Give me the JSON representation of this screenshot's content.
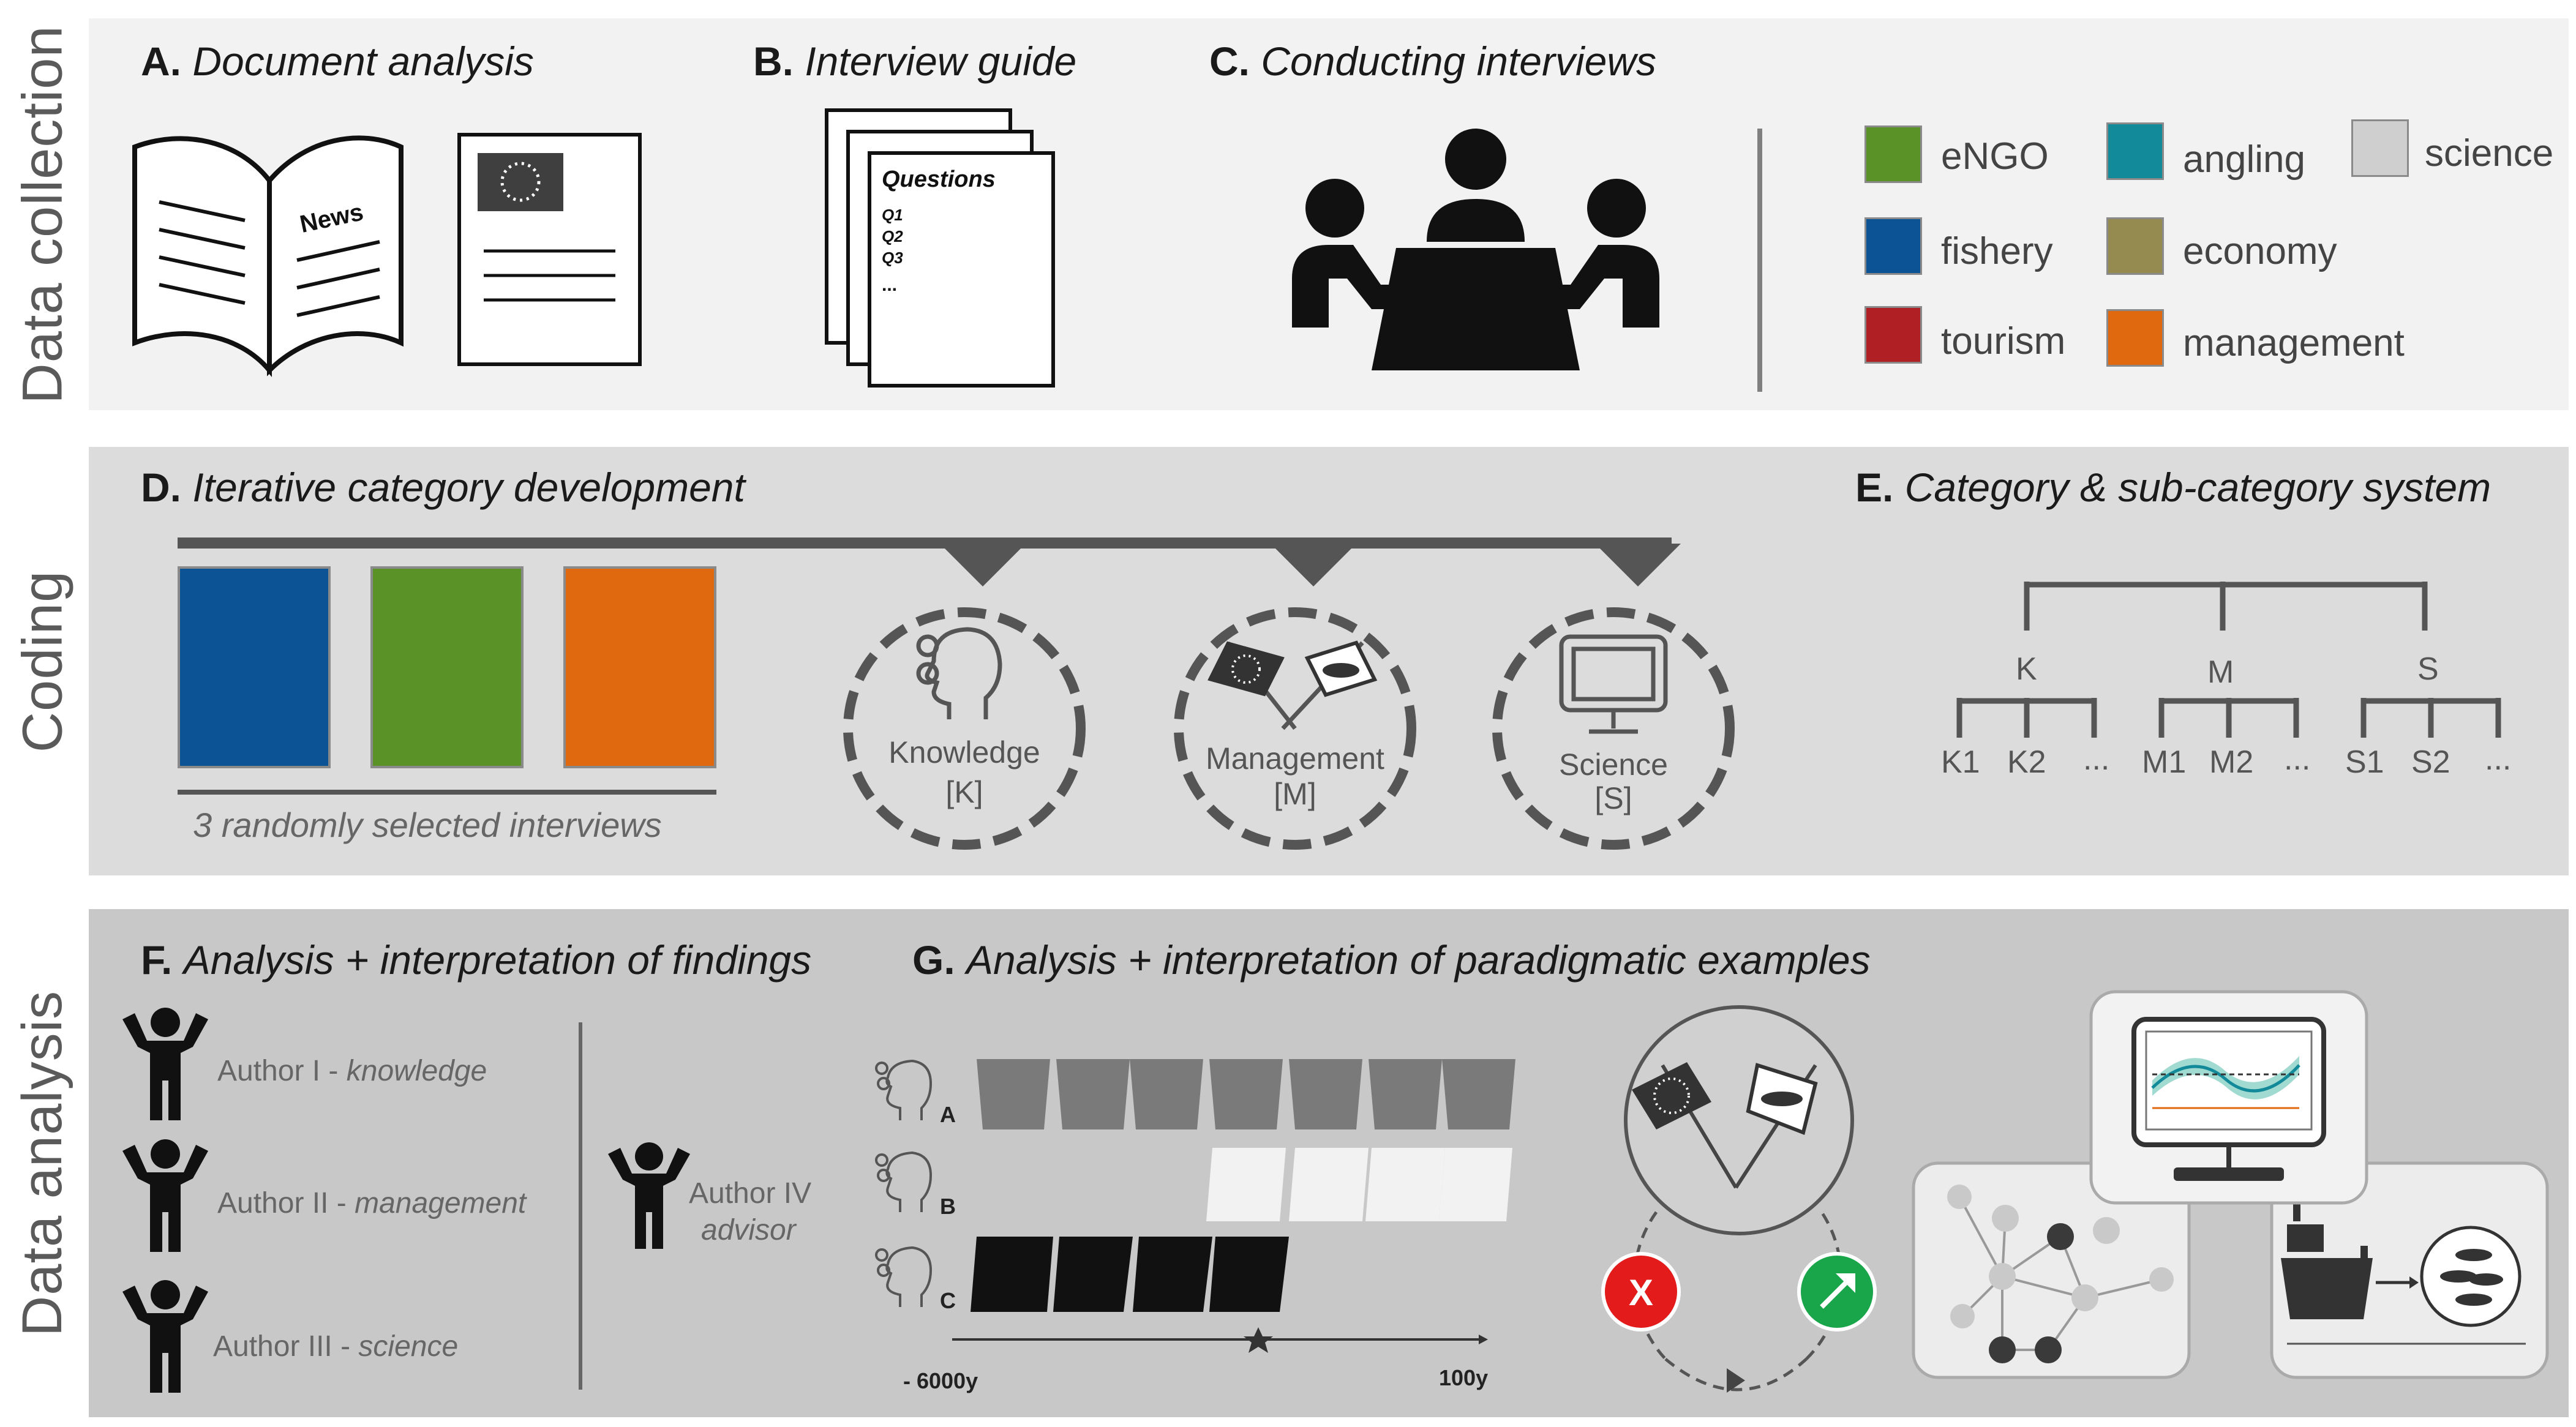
{
  "rows": {
    "data_collection": "Data collection",
    "coding": "Coding",
    "data_analysis": "Data analysis"
  },
  "panels": {
    "A": {
      "letter": "A.",
      "title": "Document analysis"
    },
    "B": {
      "letter": "B.",
      "title": "Interview guide"
    },
    "C": {
      "letter": "C.",
      "title": "Conducting interviews"
    },
    "D": {
      "letter": "D.",
      "title": "Iterative category development"
    },
    "E": {
      "letter": "E.",
      "title": "Category & sub-category system"
    },
    "F": {
      "letter": "F.",
      "title": "Analysis + interpretation of findings"
    },
    "G": {
      "letter": "G.",
      "title": "Analysis + interpretation of paradigmatic examples"
    }
  },
  "document_analysis": {
    "news_label": "News"
  },
  "interview_guide": {
    "title": "Questions",
    "q1": "Q1",
    "q2": "Q2",
    "q3": "Q3",
    "ellipsis": "..."
  },
  "legend": [
    {
      "label": "eNGO",
      "color": "#5b9227"
    },
    {
      "label": "angling",
      "color": "#138a9a"
    },
    {
      "label": "science",
      "color": "#cfcfcf"
    },
    {
      "label": "fishery",
      "color": "#0b5394"
    },
    {
      "label": "economy",
      "color": "#958a50"
    },
    {
      "label": "tourism",
      "color": "#b01f24"
    },
    {
      "label": "management",
      "color": "#e06910"
    }
  ],
  "coding": {
    "interviews_caption": "3 randomly selected interviews",
    "interview_colors": [
      "#0b5394",
      "#5b9227",
      "#e06910"
    ],
    "categories": [
      {
        "name": "Knowledge",
        "code": "[K]",
        "icon": "head-gears-icon"
      },
      {
        "name": "Management",
        "code": "[M]",
        "icon": "crossed-flags-icon"
      },
      {
        "name": "Science",
        "code": "[S]",
        "icon": "monitor-icon"
      }
    ],
    "tree": {
      "top": [
        "K",
        "M",
        "S"
      ],
      "leaves": [
        "K1",
        "K2",
        "...",
        "M1",
        "M2",
        "...",
        "S1",
        "S2",
        "..."
      ]
    }
  },
  "analysis": {
    "authors": [
      {
        "name": "Author I",
        "sep": " - ",
        "role": "knowledge"
      },
      {
        "name": "Author II",
        "sep": " - ",
        "role": "management"
      },
      {
        "name": "Author III",
        "sep": " - ",
        "role": "science"
      }
    ],
    "advisor": {
      "name": "Author IV",
      "role": "advisor"
    },
    "timeline": {
      "rows": [
        "A",
        "B",
        "C"
      ],
      "start_label": "- 6000y",
      "end_label": "100y"
    },
    "outcome": {
      "negative": "X",
      "negative_color": "#e31b1b",
      "positive_color": "#19a64a"
    }
  }
}
